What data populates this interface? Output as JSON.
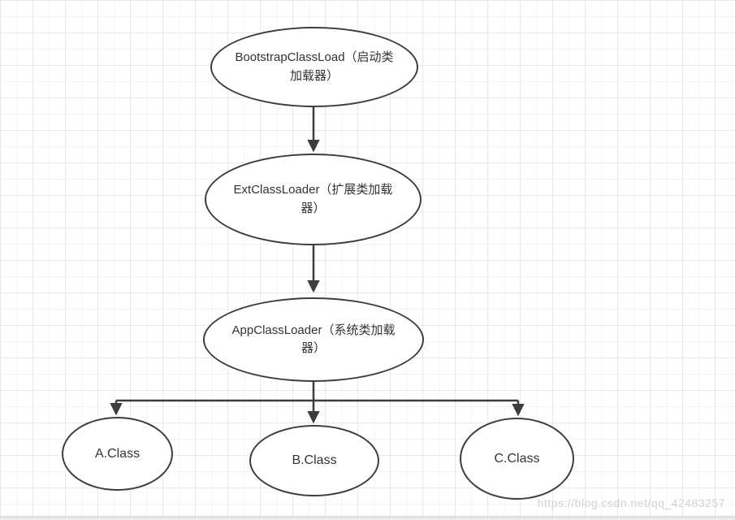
{
  "diagram": {
    "type": "flowchart",
    "nodes": {
      "bootstrap": {
        "label": "BootstrapClassLoad（启动类加载器）",
        "lines": [
          "BootstrapClassLoad（启动类",
          "加载器）"
        ]
      },
      "ext": {
        "label": "ExtClassLoader（扩展类加载器）",
        "lines": [
          "ExtClassLoader（扩展类加载",
          "器）"
        ]
      },
      "app": {
        "label": "AppClassLoader（系统类加载器）",
        "lines": [
          "AppClassLoader（系统类加载",
          "器）"
        ]
      },
      "class_a": {
        "label": "A.Class",
        "lines": [
          "A.Class"
        ]
      },
      "class_b": {
        "label": "B.Class",
        "lines": [
          "B.Class"
        ]
      },
      "class_c": {
        "label": "C.Class",
        "lines": [
          "C.Class"
        ]
      }
    },
    "edges": [
      {
        "from": "bootstrap",
        "to": "ext",
        "arrow": true
      },
      {
        "from": "ext",
        "to": "app",
        "arrow": true
      },
      {
        "from": "app",
        "to": "class_a",
        "arrow": true
      },
      {
        "from": "app",
        "to": "class_b",
        "arrow": true
      },
      {
        "from": "app",
        "to": "class_c",
        "arrow": true
      }
    ]
  },
  "watermark": "https://blog.csdn.net/qq_42483257",
  "colors": {
    "node_border": "#3d3d3d",
    "edge_stroke": "#3d3d3d",
    "node_text": "#333333",
    "watermark_text": "#d2d2d2",
    "grid_minor": "#f4f4f4",
    "grid_major": "#e9e9e9",
    "background": "#ffffff"
  }
}
